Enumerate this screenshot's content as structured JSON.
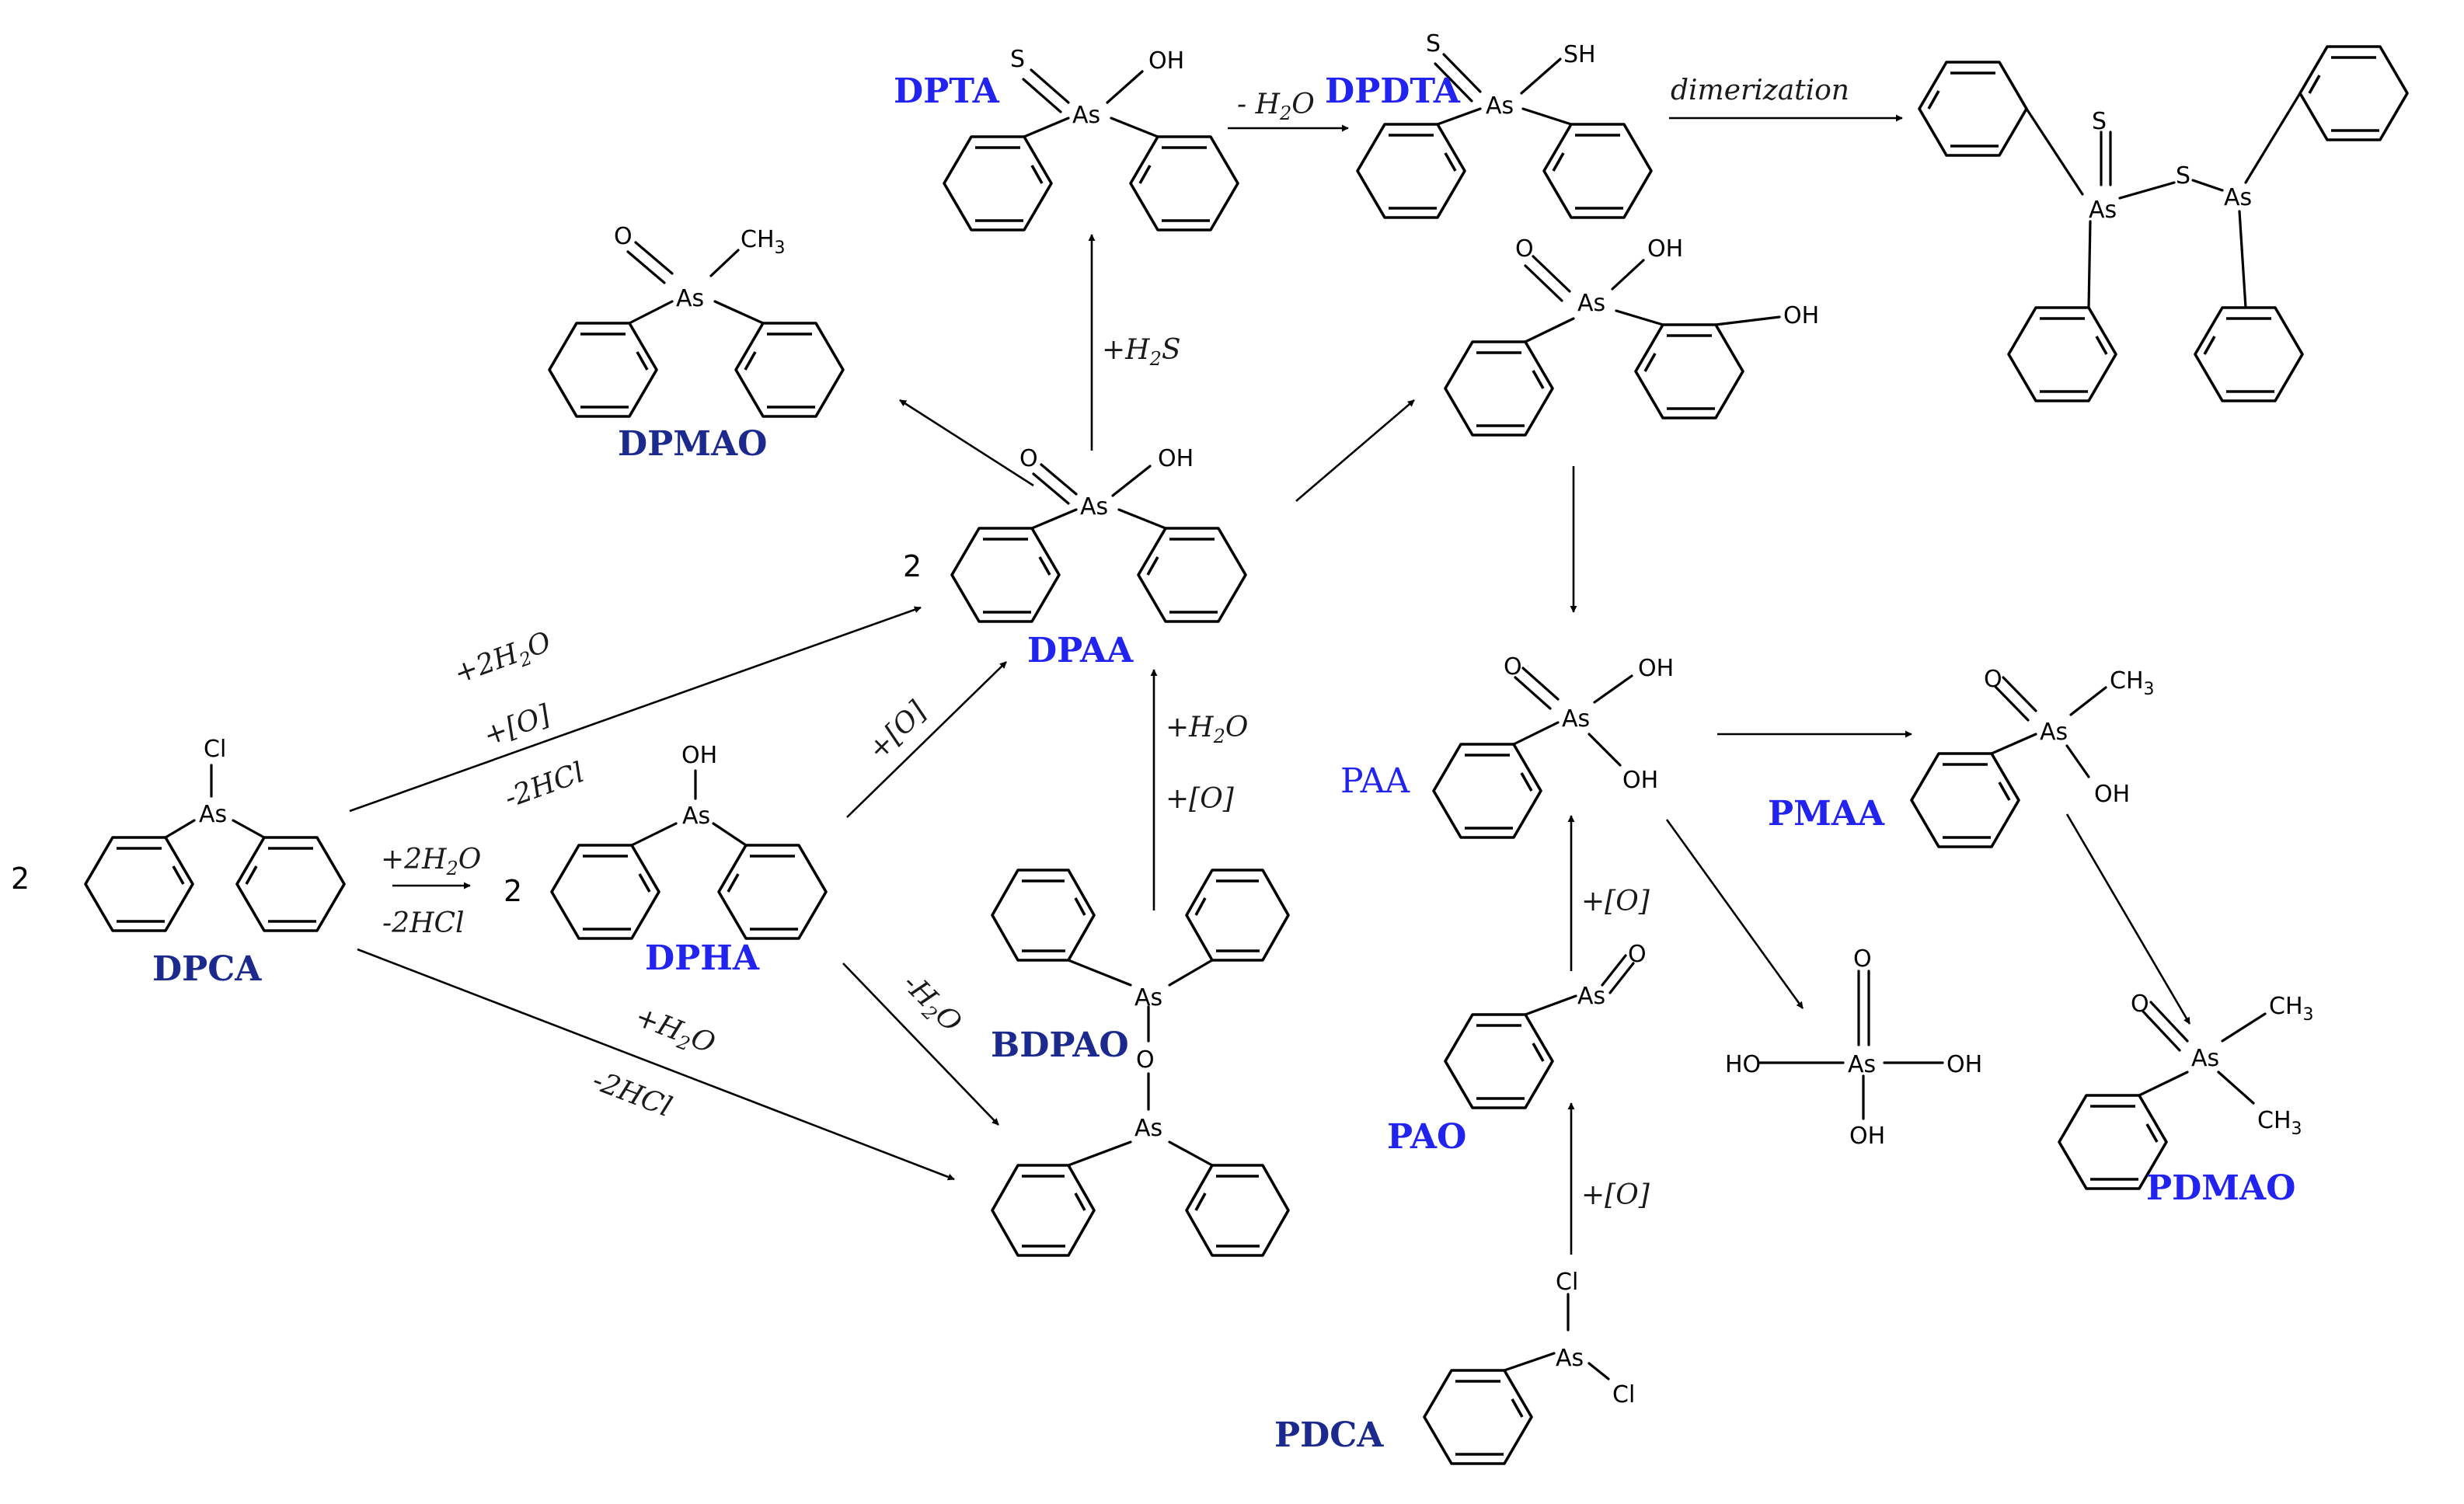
{
  "colors": {
    "name_navy": "#1b2a8c",
    "name_blue": "#2323f0",
    "line": "#000000"
  },
  "names": {
    "dpca": "DPCA",
    "dpha": "DPHA",
    "dpaa": "DPAA",
    "bdpao": "BDPAO",
    "dpmao": "DPMAO",
    "dpta": "DPTA",
    "dpdta": "DPDTA",
    "paa": "PAA",
    "pmaa": "PMAA",
    "pdmao": "PDMAO",
    "pao": "PAO",
    "pdca": "PDCA"
  },
  "coefficients": {
    "dpca": "2",
    "dpha": "2",
    "dpaa": "2"
  },
  "conditions": {
    "dpca_dpaa_water": "+2H",
    "dpca_dpaa_water_sub": "2",
    "dpca_dpaa_water_end": "O",
    "dpca_dpaa_ox": "+[O]",
    "dpca_dpaa_hcl": "-2HCl",
    "dpca_dpha_water": "+2H",
    "dpca_dpha_water_sub": "2",
    "dpca_dpha_water_end": "O",
    "dpca_dpha_hcl": "-2HCl",
    "dpca_bdpao_water": "+H",
    "dpca_bdpao_water_sub": "2",
    "dpca_bdpao_water_end": "O",
    "dpca_bdpao_hcl": "-2HCl",
    "dpha_dpaa_ox": "+[O]",
    "dpha_bdpao_water": "-H",
    "dpha_bdpao_water_sub": "2",
    "dpha_bdpao_water_end": "O",
    "bdpao_dpaa_water": "+H",
    "bdpao_dpaa_water_sub": "2",
    "bdpao_dpaa_water_end": "O",
    "bdpao_dpaa_ox": "+[O]",
    "dpaa_dpta": "+H",
    "dpaa_dpta_sub": "2",
    "dpaa_dpta_end": "S",
    "dpta_dpdta": "- H",
    "dpta_dpdta_sub": "2",
    "dpta_dpdta_end": "O",
    "dimerization": "dimerization",
    "pao_paa_ox": "+[O]",
    "pdca_pao_ox": "+[O]"
  },
  "atoms": {
    "as": "As",
    "o": "O",
    "s": "S",
    "cl": "Cl",
    "oh": "OH",
    "ho": "HO",
    "sh": "SH",
    "ch3": "CH",
    "ch3_sub": "3"
  }
}
